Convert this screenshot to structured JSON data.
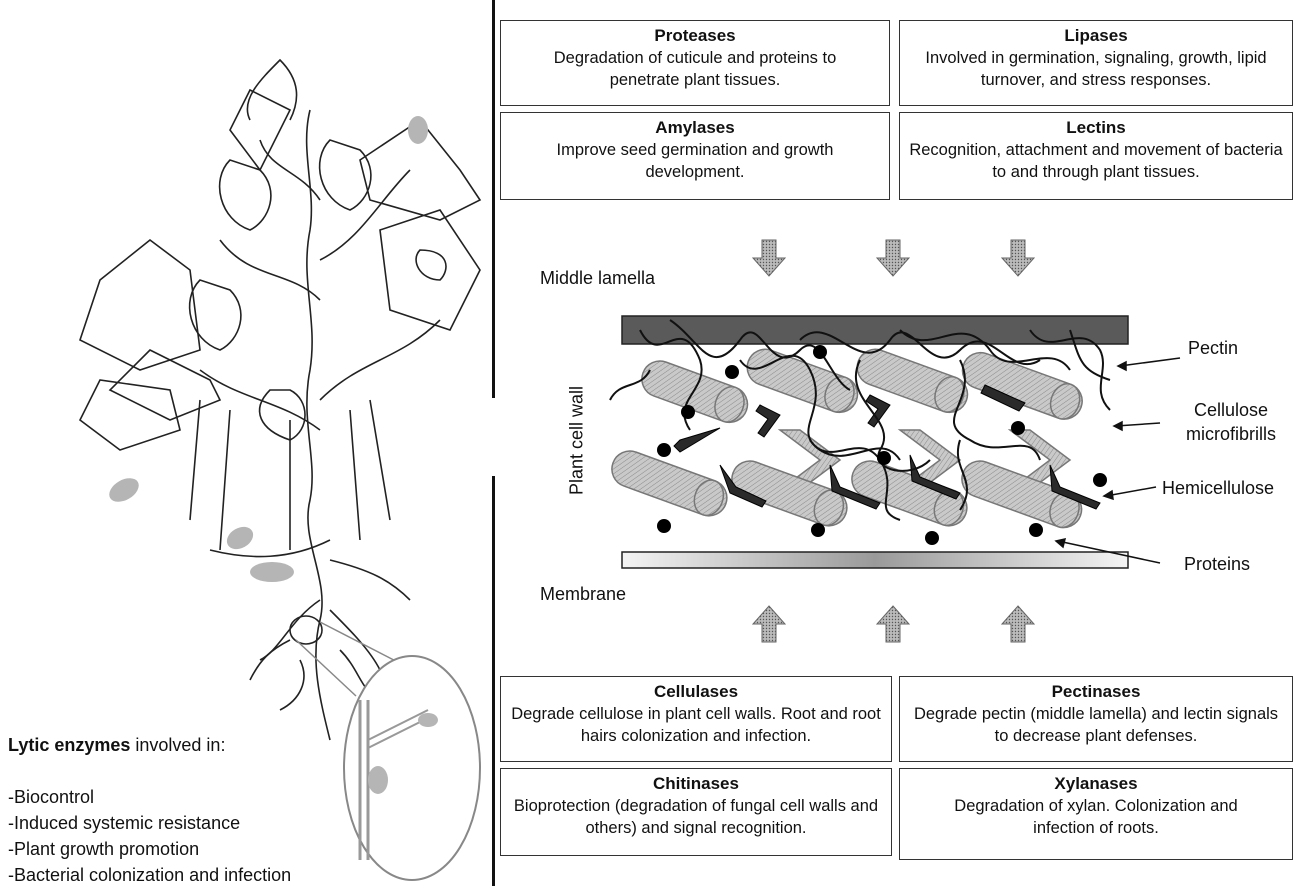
{
  "enzymes_top": [
    {
      "title": "Proteases",
      "desc": "Degradation of cuticule and proteins to penetrate plant tissues."
    },
    {
      "title": "Lipases",
      "desc": "Involved in germination, signaling, growth, lipid turnover, and stress responses."
    },
    {
      "title": "Amylases",
      "desc": "Improve seed germination and growth development."
    },
    {
      "title": "Lectins",
      "desc": "Recognition, attachment and movement of bacteria to and through plant tissues."
    }
  ],
  "enzymes_bottom": [
    {
      "title": "Cellulases",
      "desc": "Degrade cellulose in plant cell walls. Root and root hairs colonization and infection."
    },
    {
      "title": "Pectinases",
      "desc": "Degrade pectin (middle lamella) and lectin signals to decrease plant defenses."
    },
    {
      "title": "Chitinases",
      "desc": "Bioprotection (degradation of fungal cell walls and others) and signal recognition."
    },
    {
      "title": "Xylanases",
      "desc": "Degradation of xylan. Colonization and infection of roots."
    }
  ],
  "cell_wall": {
    "middle_lamella": "Middle lamella",
    "membrane": "Membrane",
    "plant_cell_wall": "Plant cell wall",
    "pectin": "Pectin",
    "cellulose": "Cellulose microfibrills",
    "hemicellulose": "Hemicellulose",
    "proteins": "Proteins"
  },
  "lytic": {
    "bold": "Lytic enzymes",
    "rest": " involved in:",
    "items": [
      "-Biocontrol",
      "-Induced systemic resistance",
      "-Plant growth promotion",
      "-Bacterial colonization and infection"
    ]
  },
  "colors": {
    "lamella": "#5a5a5a",
    "fibril": "#b8b8b8",
    "line": "#111111"
  }
}
